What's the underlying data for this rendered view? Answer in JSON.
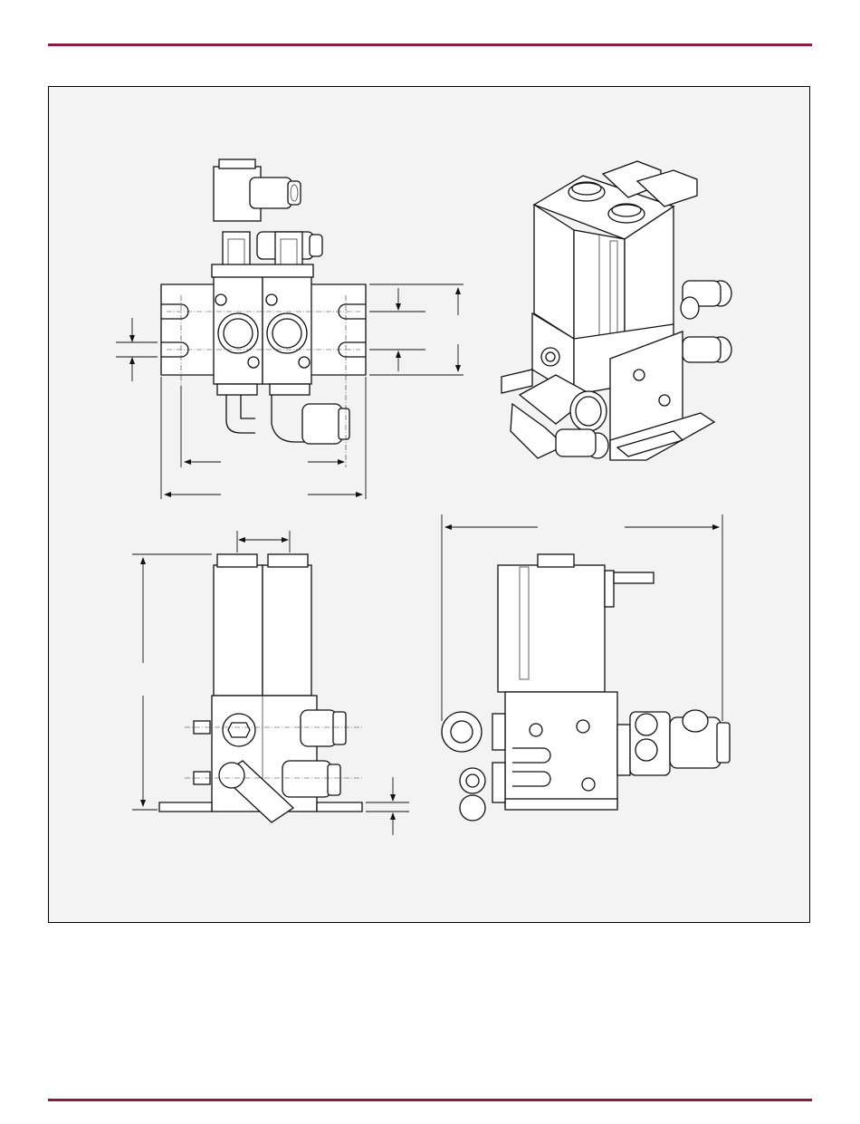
{
  "colors": {
    "rule": "#8b1a3e",
    "panel_bg": "#f3f3f3",
    "ink": "#111111"
  },
  "figure": {
    "views": [
      "front-view",
      "isometric-view",
      "side-view",
      "right-view"
    ]
  }
}
